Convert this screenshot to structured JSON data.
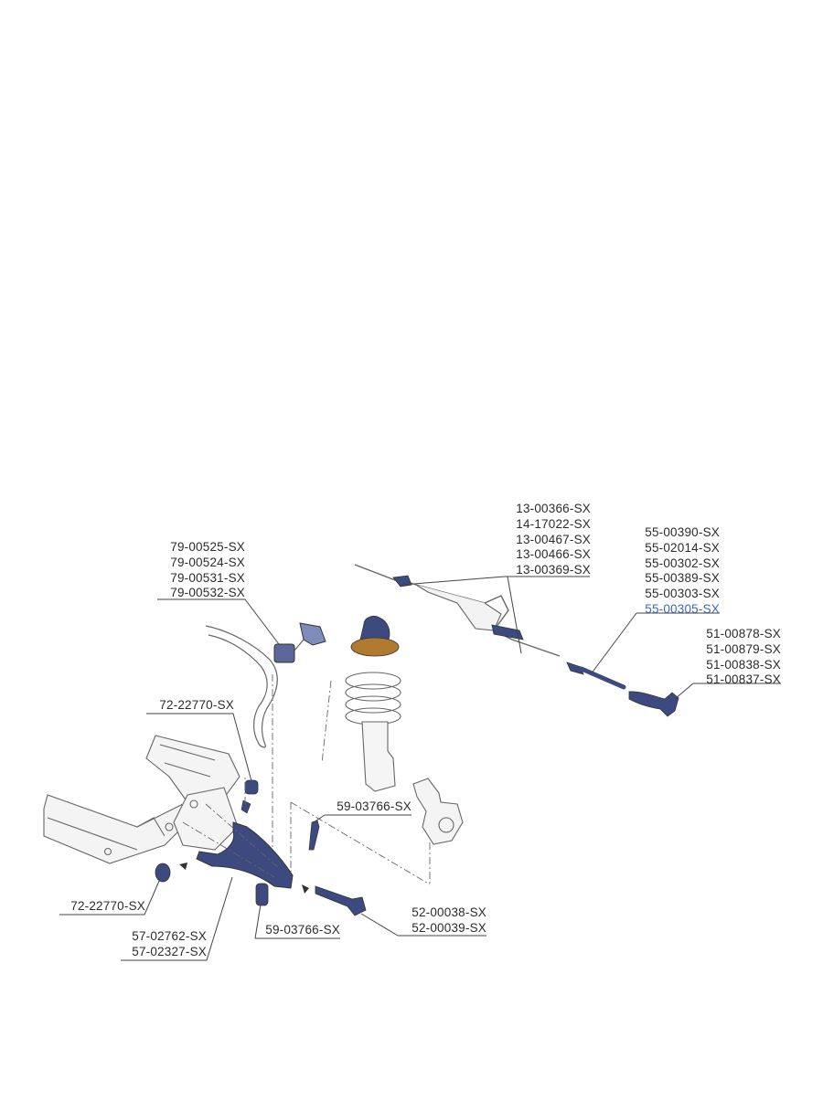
{
  "groups": {
    "stabilizer_bushing": [
      "79-00525-SX",
      "79-00524-SX",
      "79-00531-SX",
      "79-00532-SX"
    ],
    "steering_rack": [
      "13-00366-SX",
      "14-17022-SX",
      "13-00467-SX",
      "13-00466-SX",
      "13-00369-SX"
    ],
    "tie_rod": [
      "55-00390-SX",
      "55-02014-SX",
      "55-00302-SX",
      "55-00389-SX",
      "55-00303-SX",
      "55-00305-SX"
    ],
    "tie_rod_end": [
      "51-00878-SX",
      "51-00879-SX",
      "51-00838-SX",
      "51-00837-SX"
    ],
    "arm_bushing_top": [
      "72-22770-SX"
    ],
    "link_upper": [
      "59-03766-SX"
    ],
    "arm_bushing_left": [
      "72-22770-SX"
    ],
    "control_arm": [
      "57-02762-SX",
      "57-02327-SX"
    ],
    "link_lower": [
      "59-03766-SX"
    ],
    "ball_joint": [
      "52-00038-SX",
      "52-00039-SX"
    ]
  },
  "highlight": {
    "group": "tie_rod",
    "index": 5
  },
  "colors": {
    "text": "#2b2b2b",
    "highlight": "#3f66b5",
    "part_blue": "#3d4a80",
    "outline": "#555555"
  }
}
